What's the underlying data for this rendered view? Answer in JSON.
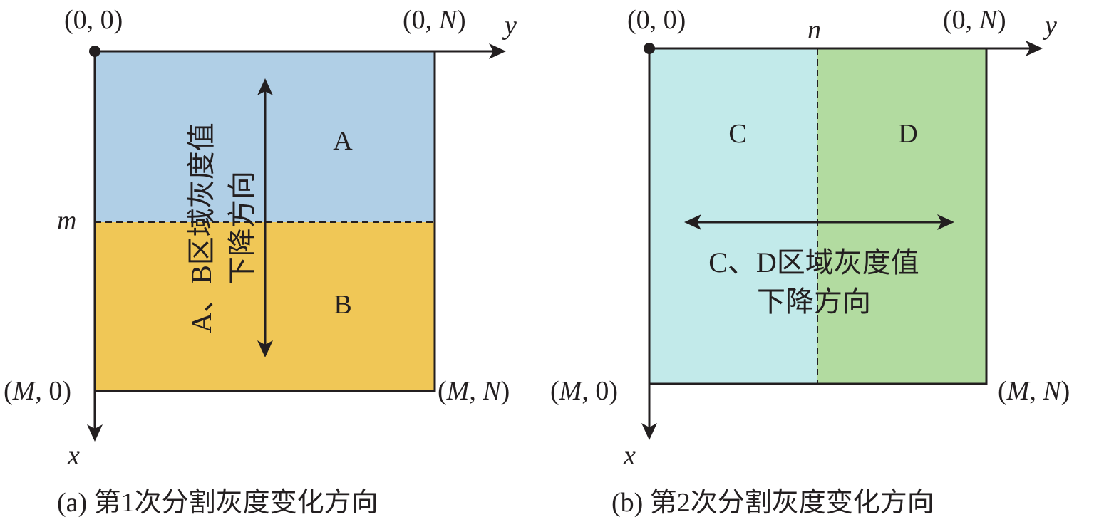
{
  "colors": {
    "region_a": "#b0cfe6",
    "region_b": "#f0c756",
    "region_c": "#c2eaea",
    "region_d": "#b2dba0",
    "stroke": "#231f20"
  },
  "panel_a": {
    "origin_label": "(0, 0)",
    "top_right_open": "(0, ",
    "top_right_var": "N",
    "top_right_close": ")",
    "y_axis_label": "y",
    "x_axis_label": "x",
    "split_label": "m",
    "bottom_left_open": "(",
    "bottom_left_var": "M",
    "bottom_left_close": ", 0)",
    "bottom_right_open": "(",
    "bottom_right_var1": "M",
    "bottom_right_mid": ", ",
    "bottom_right_var2": "N",
    "bottom_right_close": ")",
    "region_top_label": "A",
    "region_bottom_label": "B",
    "direction_text_line1": "A、B区域灰度值",
    "direction_text_line2": "下降方向",
    "caption": "(a) 第1次分割灰度变化方向"
  },
  "panel_b": {
    "origin_label": "(0, 0)",
    "top_right_open": "(0, ",
    "top_right_var": "N",
    "top_right_close": ")",
    "y_axis_label": "y",
    "x_axis_label": "x",
    "split_label": "n",
    "bottom_left_open": "(",
    "bottom_left_var": "M",
    "bottom_left_close": ", 0)",
    "bottom_right_open": "(",
    "bottom_right_var1": "M",
    "bottom_right_mid": ", ",
    "bottom_right_var2": "N",
    "bottom_right_close": ")",
    "region_left_label": "C",
    "region_right_label": "D",
    "direction_text_line1": "C、D区域灰度值",
    "direction_text_line2": "下降方向",
    "caption": "(b) 第2次分割灰度变化方向"
  }
}
